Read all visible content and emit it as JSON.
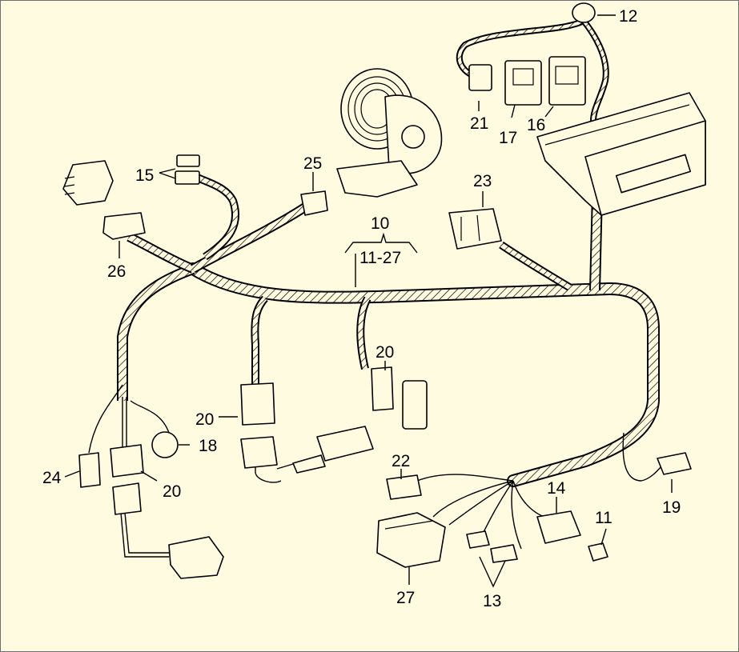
{
  "callouts": {
    "c10": "10",
    "c11_27": "11-27",
    "c11": "11",
    "c12": "12",
    "c13": "13",
    "c14": "14",
    "c15": "15",
    "c16": "16",
    "c17": "17",
    "c18": "18",
    "c19": "19",
    "c20a": "20",
    "c20b": "20",
    "c20c": "20",
    "c21": "21",
    "c22": "22",
    "c23": "23",
    "c24": "24",
    "c25": "25",
    "c26": "26",
    "c27": "27"
  },
  "colors": {
    "background": "#fffbe0",
    "ink": "#000000",
    "border": "#6e6e6e"
  }
}
